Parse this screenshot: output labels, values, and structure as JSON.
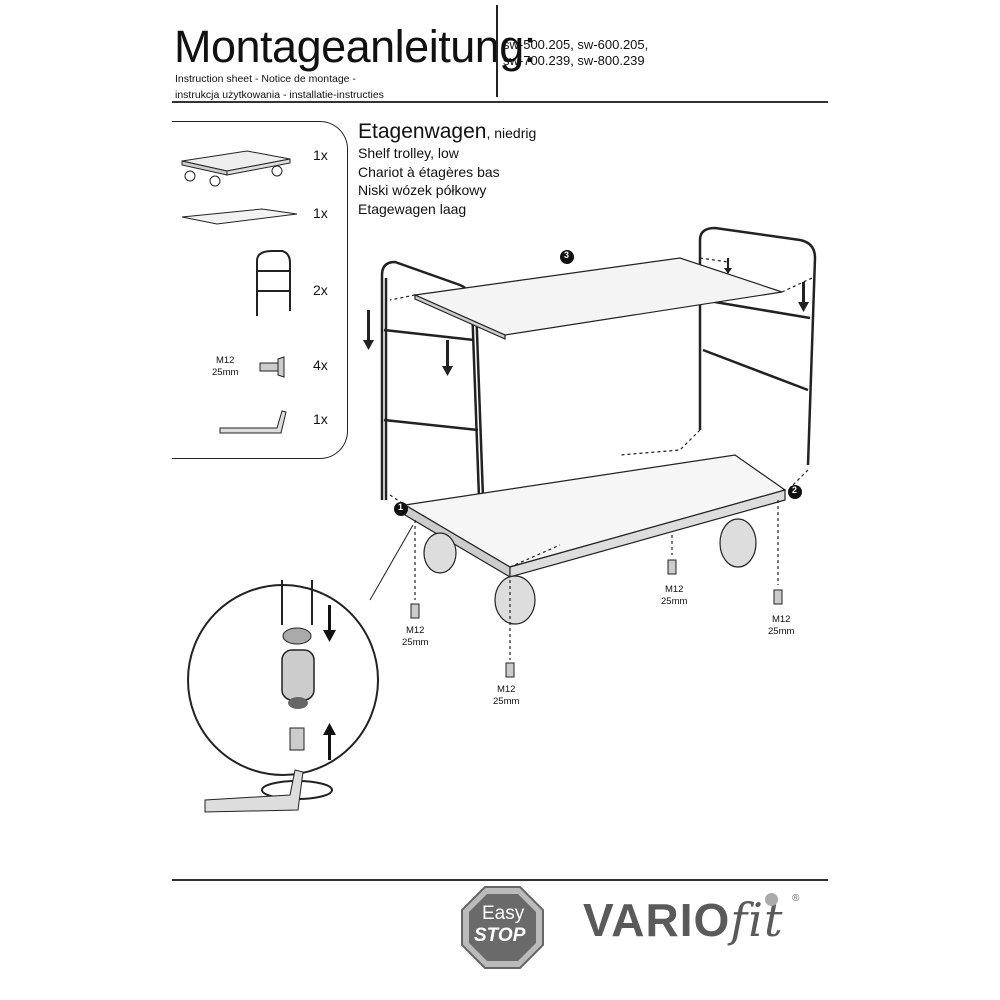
{
  "header": {
    "title": "Montageanleitung:",
    "subtitle_line1": "Instruction sheet - Notice de montage  -",
    "subtitle_line2": "instrukcja użytkowania - installatie-instructies",
    "models_line1": "sw-500.205, sw-600.205,",
    "models_line2": "sw-700.239, sw-800.239"
  },
  "parts": [
    {
      "name": "trolley-base",
      "qty": "1x"
    },
    {
      "name": "shelf-board",
      "qty": "1x"
    },
    {
      "name": "push-handle-frame",
      "qty": "2x"
    },
    {
      "name": "screw",
      "qty": "4x",
      "label1": "M12",
      "label2": "25mm"
    },
    {
      "name": "allen-key",
      "qty": "1x"
    }
  ],
  "product": {
    "name": "Etagenwagen",
    "suffix": ", niedrig",
    "translations": [
      "Shelf trolley, low",
      "Chariot à étagères bas",
      "Niski wózek półkowy",
      "Etagewagen laag"
    ]
  },
  "diagram": {
    "steps": [
      "1",
      "2",
      "3"
    ],
    "screw_label1": "M12",
    "screw_label2": "25mm"
  },
  "footer": {
    "easystop_line1": "Easy",
    "easystop_line2": "STOP",
    "brand_main": "VARIO",
    "brand_fit": "fit",
    "brand_reg": "®",
    "brand_color": "#5a5a5a"
  }
}
